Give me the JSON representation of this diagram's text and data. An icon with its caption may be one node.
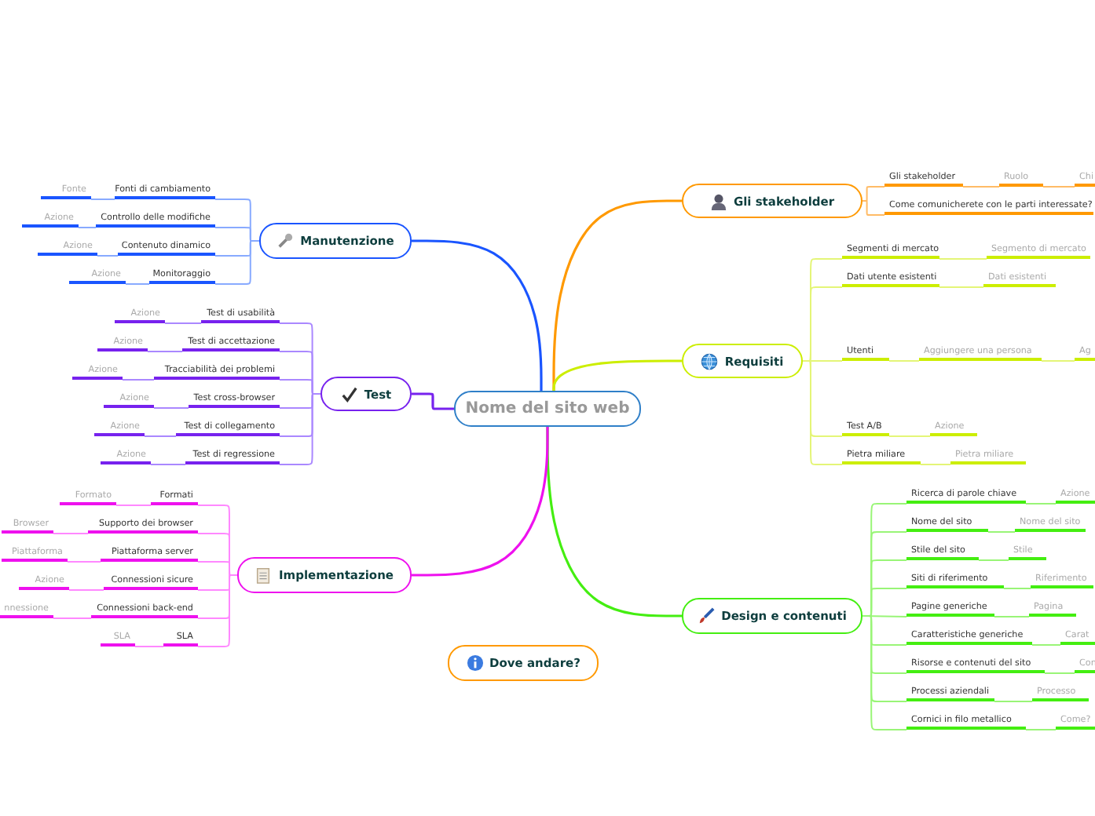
{
  "diagram": {
    "nodes": [
      {
        "text": [
          "Nome del sito web"
        ]
      },
      {
        "text": [
          "Gli stakeholder"
        ]
      },
      {
        "text": [
          "Requisiti"
        ]
      },
      {
        "text": [
          "Design e contenuti"
        ]
      },
      {
        "text": [
          "Manutenzione"
        ]
      },
      {
        "text": [
          "Test"
        ]
      },
      {
        "text": [
          "Implementazione"
        ]
      },
      {
        "text": [
          "Dove andare?"
        ]
      },
      {
        "text": [
          "Gli stakeholder"
        ]
      },
      {
        "text": [
          "Ruolo"
        ]
      },
      {
        "text": [
          "Chi"
        ]
      },
      {
        "text": [
          "Come comunicherete con le parti interessate?"
        ]
      },
      {
        "text": [
          "Segmenti di mercato"
        ]
      },
      {
        "text": [
          "Segmento di mercato"
        ]
      },
      {
        "text": [
          "Dati utente esistenti"
        ]
      },
      {
        "text": [
          "Dati esistenti"
        ]
      },
      {
        "text": [
          "Utenti"
        ]
      },
      {
        "text": [
          "Aggiungere una persona"
        ]
      },
      {
        "text": [
          "Ag"
        ]
      },
      {
        "text": [
          "Test A/B"
        ]
      },
      {
        "text": [
          "Azione"
        ]
      },
      {
        "text": [
          "Pietra miliare"
        ]
      },
      {
        "text": [
          "Pietra miliare"
        ]
      },
      {
        "text": [
          "Ricerca di parole chiave"
        ]
      },
      {
        "text": [
          "Azione"
        ]
      },
      {
        "text": [
          "Nome del sito"
        ]
      },
      {
        "text": [
          "Nome del sito"
        ]
      },
      {
        "text": [
          "Stile del sito"
        ]
      },
      {
        "text": [
          "Stile"
        ]
      },
      {
        "text": [
          "Siti di riferimento"
        ]
      },
      {
        "text": [
          "Riferimento"
        ]
      },
      {
        "text": [
          "Pagine generiche"
        ]
      },
      {
        "text": [
          "Pagina"
        ]
      },
      {
        "text": [
          "Caratteristiche generiche"
        ]
      },
      {
        "text": [
          "Carat"
        ]
      },
      {
        "text": [
          "Risorse e contenuti del sito"
        ]
      },
      {
        "text": [
          "Con"
        ]
      },
      {
        "text": [
          "Processi aziendali"
        ]
      },
      {
        "text": [
          "Processo"
        ]
      },
      {
        "text": [
          "Cornici in filo metallico"
        ]
      },
      {
        "text": [
          "Come?"
        ]
      },
      {
        "text": [
          "Fonti di cambiamento"
        ]
      },
      {
        "text": [
          "Fonte"
        ]
      },
      {
        "text": [
          "Controllo delle modifiche"
        ]
      },
      {
        "text": [
          "Azione"
        ]
      },
      {
        "text": [
          "Contenuto dinamico"
        ]
      },
      {
        "text": [
          "Azione"
        ]
      },
      {
        "text": [
          "Monitoraggio"
        ]
      },
      {
        "text": [
          "Azione"
        ]
      },
      {
        "text": [
          "Test di usabilità"
        ]
      },
      {
        "text": [
          "Azione"
        ]
      },
      {
        "text": [
          "Test di accettazione"
        ]
      },
      {
        "text": [
          "Azione"
        ]
      },
      {
        "text": [
          "Tracciabilità dei problemi"
        ]
      },
      {
        "text": [
          "Azione"
        ]
      },
      {
        "text": [
          "Test cross-browser"
        ]
      },
      {
        "text": [
          "Azione"
        ]
      },
      {
        "text": [
          "Test di collegamento"
        ]
      },
      {
        "text": [
          "Azione"
        ]
      },
      {
        "text": [
          "Test di regressione"
        ]
      },
      {
        "text": [
          "Azione"
        ]
      },
      {
        "text": [
          "Formati"
        ]
      },
      {
        "text": [
          "Formato"
        ]
      },
      {
        "text": [
          "Supporto dei browser"
        ]
      },
      {
        "text": [
          "Browser"
        ]
      },
      {
        "text": [
          "Piattaforma server"
        ]
      },
      {
        "text": [
          "Piattaforma"
        ]
      },
      {
        "text": [
          "Connessioni sicure"
        ]
      },
      {
        "text": [
          "Azione"
        ]
      },
      {
        "text": [
          "Connessioni back-end"
        ]
      },
      {
        "text": [
          "nnessione"
        ]
      },
      {
        "text": [
          "SLA"
        ]
      },
      {
        "text": [
          "SLA"
        ]
      }
    ],
    "edges": [
      {
        "from": 0,
        "to": 1,
        "arrow": "none",
        "color": "#ff9900"
      },
      {
        "from": 0,
        "to": 2,
        "arrow": "none",
        "color": "#ccee00"
      },
      {
        "from": 0,
        "to": 3,
        "arrow": "none",
        "color": "#44ee11"
      },
      {
        "from": 0,
        "to": 4,
        "arrow": "none",
        "color": "#1a55ff"
      },
      {
        "from": 0,
        "to": 5,
        "arrow": "none",
        "color": "#7722ee"
      },
      {
        "from": 0,
        "to": 6,
        "arrow": "none",
        "color": "#ee11ee"
      },
      {
        "from": 1,
        "to": 8,
        "arrow": "none",
        "color": "#ffbb66"
      },
      {
        "from": 8,
        "to": 9,
        "arrow": "none",
        "color": "#ffbb66"
      },
      {
        "from": 9,
        "to": 10,
        "arrow": "none",
        "color": "#ffbb66"
      },
      {
        "from": 1,
        "to": 11,
        "arrow": "none",
        "color": "#ffbb66"
      },
      {
        "from": 2,
        "to": 12,
        "arrow": "none",
        "color": "#e4f577"
      },
      {
        "from": 12,
        "to": 13,
        "arrow": "none",
        "color": "#e4f577"
      },
      {
        "from": 2,
        "to": 14,
        "arrow": "none",
        "color": "#e4f577"
      },
      {
        "from": 14,
        "to": 15,
        "arrow": "none",
        "color": "#e4f577"
      },
      {
        "from": 2,
        "to": 16,
        "arrow": "none",
        "color": "#e4f577"
      },
      {
        "from": 16,
        "to": 17,
        "arrow": "none",
        "color": "#e4f577"
      },
      {
        "from": 17,
        "to": 18,
        "arrow": "none",
        "color": "#e4f577"
      },
      {
        "from": 2,
        "to": 19,
        "arrow": "none",
        "color": "#e4f577"
      },
      {
        "from": 19,
        "to": 20,
        "arrow": "none",
        "color": "#e4f577"
      },
      {
        "from": 2,
        "to": 21,
        "arrow": "none",
        "color": "#e4f577"
      },
      {
        "from": 21,
        "to": 22,
        "arrow": "none",
        "color": "#e4f577"
      },
      {
        "from": 3,
        "to": 23,
        "arrow": "none",
        "color": "#99f577"
      },
      {
        "from": 23,
        "to": 24,
        "arrow": "none",
        "color": "#99f577"
      },
      {
        "from": 3,
        "to": 25,
        "arrow": "none",
        "color": "#99f577"
      },
      {
        "from": 25,
        "to": 26,
        "arrow": "none",
        "color": "#99f577"
      },
      {
        "from": 3,
        "to": 27,
        "arrow": "none",
        "color": "#99f577"
      },
      {
        "from": 27,
        "to": 28,
        "arrow": "none",
        "color": "#99f577"
      },
      {
        "from": 3,
        "to": 29,
        "arrow": "none",
        "color": "#99f577"
      },
      {
        "from": 29,
        "to": 30,
        "arrow": "none",
        "color": "#99f577"
      },
      {
        "from": 3,
        "to": 31,
        "arrow": "none",
        "color": "#99f577"
      },
      {
        "from": 31,
        "to": 32,
        "arrow": "none",
        "color": "#99f577"
      },
      {
        "from": 3,
        "to": 33,
        "arrow": "none",
        "color": "#99f577"
      },
      {
        "from": 33,
        "to": 34,
        "arrow": "none",
        "color": "#99f577"
      },
      {
        "from": 3,
        "to": 35,
        "arrow": "none",
        "color": "#99f577"
      },
      {
        "from": 35,
        "to": 36,
        "arrow": "none",
        "color": "#99f577"
      },
      {
        "from": 3,
        "to": 37,
        "arrow": "none",
        "color": "#99f577"
      },
      {
        "from": 37,
        "to": 38,
        "arrow": "none",
        "color": "#99f577"
      },
      {
        "from": 3,
        "to": 39,
        "arrow": "none",
        "color": "#99f577"
      },
      {
        "from": 39,
        "to": 40,
        "arrow": "none",
        "color": "#99f577"
      },
      {
        "from": 4,
        "to": 41,
        "arrow": "none",
        "color": "#88aaff"
      },
      {
        "from": 41,
        "to": 42,
        "arrow": "none",
        "color": "#88aaff"
      },
      {
        "from": 4,
        "to": 43,
        "arrow": "none",
        "color": "#88aaff"
      },
      {
        "from": 43,
        "to": 44,
        "arrow": "none",
        "color": "#88aaff"
      },
      {
        "from": 4,
        "to": 45,
        "arrow": "none",
        "color": "#88aaff"
      },
      {
        "from": 45,
        "to": 46,
        "arrow": "none",
        "color": "#88aaff"
      },
      {
        "from": 4,
        "to": 47,
        "arrow": "none",
        "color": "#88aaff"
      },
      {
        "from": 47,
        "to": 48,
        "arrow": "none",
        "color": "#88aaff"
      },
      {
        "from": 5,
        "to": 49,
        "arrow": "none",
        "color": "#aa88ff"
      },
      {
        "from": 49,
        "to": 50,
        "arrow": "none",
        "color": "#aa88ff"
      },
      {
        "from": 5,
        "to": 51,
        "arrow": "none",
        "color": "#aa88ff"
      },
      {
        "from": 51,
        "to": 52,
        "arrow": "none",
        "color": "#aa88ff"
      },
      {
        "from": 5,
        "to": 53,
        "arrow": "none",
        "color": "#aa88ff"
      },
      {
        "from": 53,
        "to": 54,
        "arrow": "none",
        "color": "#aa88ff"
      },
      {
        "from": 5,
        "to": 55,
        "arrow": "none",
        "color": "#aa88ff"
      },
      {
        "from": 55,
        "to": 56,
        "arrow": "none",
        "color": "#aa88ff"
      },
      {
        "from": 5,
        "to": 57,
        "arrow": "none",
        "color": "#aa88ff"
      },
      {
        "from": 57,
        "to": 58,
        "arrow": "none",
        "color": "#aa88ff"
      },
      {
        "from": 5,
        "to": 59,
        "arrow": "none",
        "color": "#aa88ff"
      },
      {
        "from": 59,
        "to": 60,
        "arrow": "none",
        "color": "#aa88ff"
      },
      {
        "from": 6,
        "to": 61,
        "arrow": "none",
        "color": "#ff88ff"
      },
      {
        "from": 61,
        "to": 62,
        "arrow": "none",
        "color": "#ff88ff"
      },
      {
        "from": 6,
        "to": 63,
        "arrow": "none",
        "color": "#ff88ff"
      },
      {
        "from": 63,
        "to": 64,
        "arrow": "none",
        "color": "#ff88ff"
      },
      {
        "from": 6,
        "to": 65,
        "arrow": "none",
        "color": "#ff88ff"
      },
      {
        "from": 65,
        "to": 66,
        "arrow": "none",
        "color": "#ff88ff"
      },
      {
        "from": 6,
        "to": 67,
        "arrow": "none",
        "color": "#ff88ff"
      },
      {
        "from": 67,
        "to": 68,
        "arrow": "none",
        "color": "#ff88ff"
      },
      {
        "from": 6,
        "to": 69,
        "arrow": "none",
        "color": "#ff88ff"
      },
      {
        "from": 69,
        "to": 70,
        "arrow": "none",
        "color": "#ff88ff"
      },
      {
        "from": 6,
        "to": 71,
        "arrow": "none",
        "color": "#ff88ff"
      },
      {
        "from": 71,
        "to": 72,
        "arrow": "none",
        "color": "#ff88ff"
      }
    ]
  }
}
